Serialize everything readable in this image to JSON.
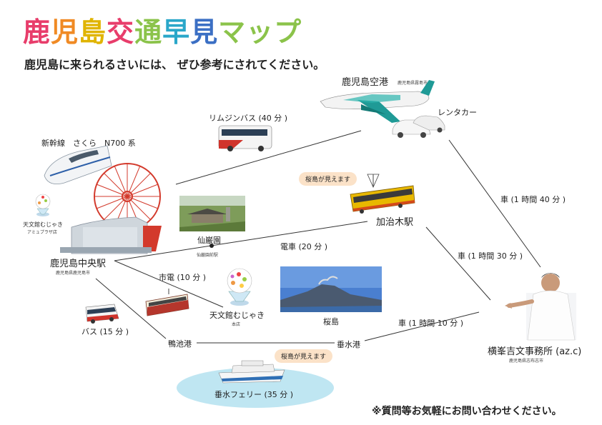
{
  "title_chars": [
    {
      "text": "鹿",
      "color": "#e83d6b"
    },
    {
      "text": "児",
      "color": "#f08a24"
    },
    {
      "text": "島",
      "color": "#e0b400"
    },
    {
      "text": "交",
      "color": "#e83d6b"
    },
    {
      "text": "通",
      "color": "#8bc34a"
    },
    {
      "text": "早",
      "color": "#2aa7c9"
    },
    {
      "text": "見",
      "color": "#3b6fc4"
    },
    {
      "text": "マ",
      "color": "#8bc34a"
    },
    {
      "text": "ッ",
      "color": "#8bc34a"
    },
    {
      "text": "プ",
      "color": "#8bc34a"
    }
  ],
  "subtitle": "鹿児島に来られるさいには、 ぜひ参考にされてください。",
  "airport": {
    "name": "鹿児島空港",
    "sub": "鹿児島県霧島市"
  },
  "rentacar": "レンタカー",
  "limousine": "リムジンバス (40 分 )",
  "shinkansen": "新幹線　さくら　N700 系",
  "tenmonkan_amu": {
    "name": "天文館むじゃき",
    "sub": "アミュプラザ店"
  },
  "sengan_en": "仙巌園",
  "sengan_en_mae": "仙巌園前駅",
  "bubble_tram": "桜島が見えます",
  "bubble_ferry": "桜島が見えます",
  "kajiki": "加治木駅",
  "central": {
    "name": "鹿児島中央駅",
    "sub": "鹿児島県鹿児島市"
  },
  "train": "電車 (20 分 )",
  "tram": "市電 (10 分 )",
  "tenmonkan_main": {
    "name": "天文館むじゃき",
    "sub": "本店"
  },
  "sakurajima": "桜島",
  "bus": "バス (15 分 )",
  "kamoike": "鴨池港",
  "tarumizu": "垂水港",
  "ferry": "垂水フェリー (35 分 )",
  "car1": "車 (1 時間 40 分 )",
  "car2": "車 (1 時間 30 分 )",
  "car3": "車 (1 時間 10 分 )",
  "office": {
    "name": "横峯吉文事務所 (az.c)",
    "sub": "鹿児島県志布志市"
  },
  "footer": "※質問等お気軽にお問い合わせください。",
  "colors": {
    "line": "#333333",
    "sea": "#bfe6f2",
    "tram_yellow": "#e8b800",
    "plane_teal": "#1f9a96"
  }
}
